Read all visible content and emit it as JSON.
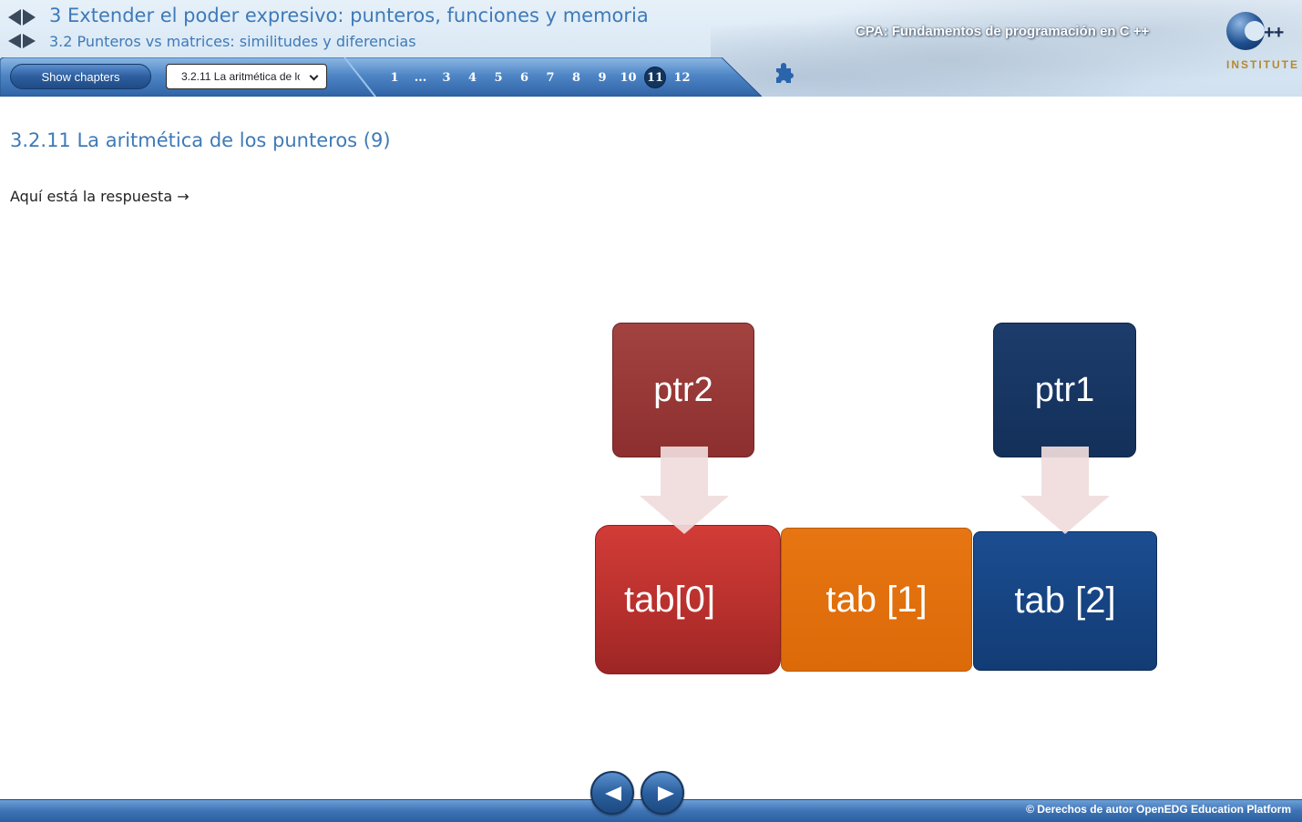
{
  "header": {
    "chapter_title": "3 Extender el poder expresivo: punteros, funciones y memoria",
    "section_title": "3.2 Punteros vs matrices: similitudes y diferencias",
    "course_title": "CPA: Fundamentos de programación en C ++",
    "logo": {
      "plus_text": "++",
      "institute_text": "INSTITUTE"
    }
  },
  "toolbar": {
    "show_chapters_label": "Show chapters",
    "section_select_value": "3.2.11 La aritmética de los punteros (9)",
    "pages": [
      "1",
      "...",
      "3",
      "4",
      "5",
      "6",
      "7",
      "8",
      "9",
      "10",
      "11",
      "12"
    ],
    "active_page": "11"
  },
  "content": {
    "title": "3.2.11 La aritmética de los punteros (9)",
    "intro": "Aquí está la respuesta →"
  },
  "diagram": {
    "ptr2": "ptr2",
    "ptr1": "ptr1",
    "tab0": "tab[0]",
    "tab1": "tab [1]",
    "tab2": "tab [2]"
  },
  "footer": {
    "copyright": "© Derechos de autor OpenEDG Education Platform"
  },
  "colors": {
    "accent": "#3e7ab8",
    "ptr2": "#8d2f2f",
    "ptr1": "#13305a",
    "tab0": "#b62f2c",
    "tab1": "#dc6a08",
    "tab2": "#123c75"
  },
  "icons": [
    "chevron-left-icon",
    "chevron-right-icon",
    "puzzle-icon",
    "prev-arrow-icon",
    "next-arrow-icon",
    "chevron-down-icon"
  ]
}
